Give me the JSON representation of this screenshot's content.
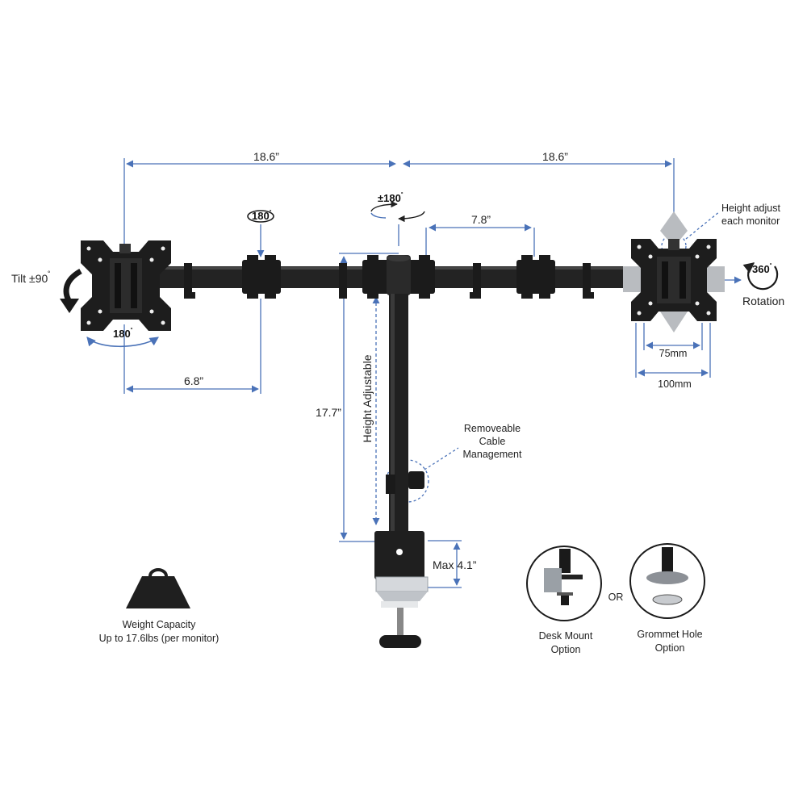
{
  "dimensions": {
    "arm_left_length": "18.6”",
    "arm_right_length": "18.6”",
    "clamp_spacing": "7.8”",
    "vesa_offset": "6.8”",
    "pole_height": "17.7”",
    "desk_max": "Max 4.1”"
  },
  "labels": {
    "tilt": "Tilt ±90",
    "tilt_degree_mark": "˚",
    "swivel_center": "±180",
    "swivel_center_degree_mark": "˚",
    "swivel_arm": "180",
    "swivel_arm_degree_mark": "˚",
    "swivel_mount": "180",
    "swivel_mount_degree_mark": "˚",
    "rotation_value": "360",
    "rotation_value_degree_mark": "˚",
    "rotation": "Rotation",
    "height_adjust_line1": "Height adjust",
    "height_adjust_line2": "each monitor",
    "height_adjustable": "Height Adjustable",
    "cable_line1": "Removeable",
    "cable_line2": "Cable",
    "cable_line3": "Management",
    "vesa_small": "75mm",
    "vesa_large": "100mm",
    "weight_line1": "Weight Capacity",
    "weight_line2": "Up to 17.6lbs (per monitor)",
    "desk_mount_line1": "Desk Mount",
    "desk_mount_line2": "Option",
    "or": "OR",
    "grommet_line1": "Grommet Hole",
    "grommet_line2": "Option"
  },
  "colors": {
    "dimension_line": "#4a72b8",
    "metal": "#222222",
    "plate_gray": "#b9bcc0"
  }
}
